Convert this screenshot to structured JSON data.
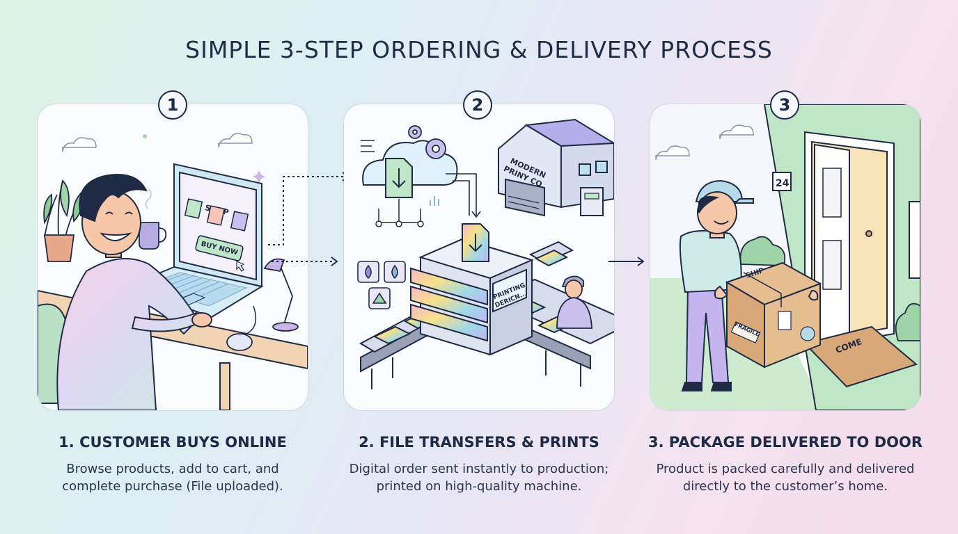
{
  "title": "SIMPLE 3-STEP ORDERING & DELIVERY PROCESS",
  "steps": [
    {
      "number": "1",
      "title": "1. CUSTOMER BUYS ONLINE",
      "desc_line1": "Browse products, add to cart, and",
      "desc_line2": "complete purchase (File uploaded).",
      "screen_title": "SHOP",
      "screen_button": "BUY NOW"
    },
    {
      "number": "2",
      "title": "2. FILE TRANSFERS & PRINTS",
      "desc_line1": "Digital order sent instantly to production;",
      "desc_line2": "printed on high-quality machine.",
      "factory_sign_line1": "MODERN",
      "factory_sign_line2": "PRINY CO.",
      "machine_label_line1": "PRINTING",
      "machine_label_line2": "DERICN..."
    },
    {
      "number": "3",
      "title": "3. PACKAGE DELIVERED TO DOOR",
      "desc_line1": "Product is packed carefully and delivered",
      "desc_line2": "directly to the customer’s home.",
      "house_number": "24",
      "box_label": "SHIP",
      "box_fragile": "FRAGILE",
      "mat_text": "COME"
    }
  ],
  "colors": {
    "ink": "#1f2a44",
    "lavender": "#b9b2ea",
    "mint": "#bfe6c6",
    "pink": "#f3b9d6",
    "box": "#d9a878"
  },
  "icons": [
    "laptop-icon",
    "cart-icon",
    "cloud-download-icon",
    "gear-icon",
    "factory-icon",
    "printer-icon",
    "package-icon",
    "door-icon",
    "arrow-right-icon"
  ]
}
